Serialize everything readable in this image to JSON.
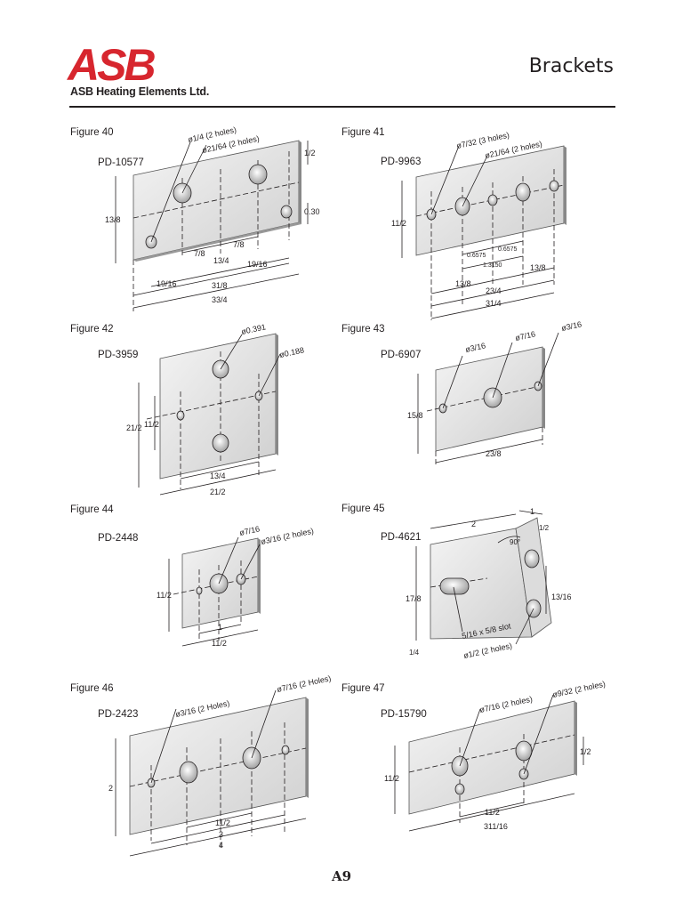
{
  "header": {
    "logo_text": "ASB",
    "company_name": "ASB Heating Elements Ltd.",
    "title": "Brackets",
    "brand_color": "#d7262e"
  },
  "figures": [
    {
      "figure": "Figure 40",
      "part": "PD-10577",
      "callouts": [
        "ø1/4 (2 holes)",
        "ø21/64 (2 holes)"
      ],
      "dimensions": [
        "1/2",
        "0.30",
        "13/8",
        "7/8",
        "7/8",
        "13/4",
        "19/16",
        "19/16",
        "31/8",
        "33/4"
      ]
    },
    {
      "figure": "Figure 41",
      "part": "PD-9963",
      "callouts": [
        "ø7/32 (3 holes)",
        "ø21/64 (2 holes)"
      ],
      "dimensions": [
        "11/2",
        "0.6575",
        "0.6575",
        "1.3150",
        "13/8",
        "13/8",
        "23/4",
        "31/4"
      ]
    },
    {
      "figure": "Figure 42",
      "part": "PD-3959",
      "callouts": [
        "ø0.391",
        "ø0.188"
      ],
      "dimensions": [
        "21/2",
        "11/2",
        "13/4",
        "21/2"
      ]
    },
    {
      "figure": "Figure 43",
      "part": "PD-6907",
      "callouts": [
        "ø3/16",
        "ø7/16",
        "ø3/16"
      ],
      "dimensions": [
        "15/8",
        "23/8"
      ]
    },
    {
      "figure": "Figure 44",
      "part": "PD-2448",
      "callouts": [
        "ø7/16",
        "ø3/16 (2 holes)"
      ],
      "dimensions": [
        "11/2",
        "1",
        "11/2"
      ]
    },
    {
      "figure": "Figure 45",
      "part": "PD-4621",
      "callouts": [
        "5/16 x 5/8 slot",
        "ø1/2 (2 holes)"
      ],
      "dimensions": [
        "2",
        "1",
        "1/2",
        "90°",
        "17/8",
        "13/16",
        "1/4"
      ]
    },
    {
      "figure": "Figure 46",
      "part": "PD-2423",
      "callouts": [
        "ø3/16 (2 Holes)",
        "ø7/16 (2 Holes)"
      ],
      "dimensions": [
        "2",
        "11/2",
        "3",
        "4"
      ]
    },
    {
      "figure": "Figure 47",
      "part": "PD-15790",
      "callouts": [
        "ø7/16 (2 holes)",
        "ø9/32 (2 holes)"
      ],
      "dimensions": [
        "1/2",
        "11/2",
        "11/2",
        "311/16"
      ]
    }
  ],
  "footer": {
    "page_number": "A9"
  }
}
